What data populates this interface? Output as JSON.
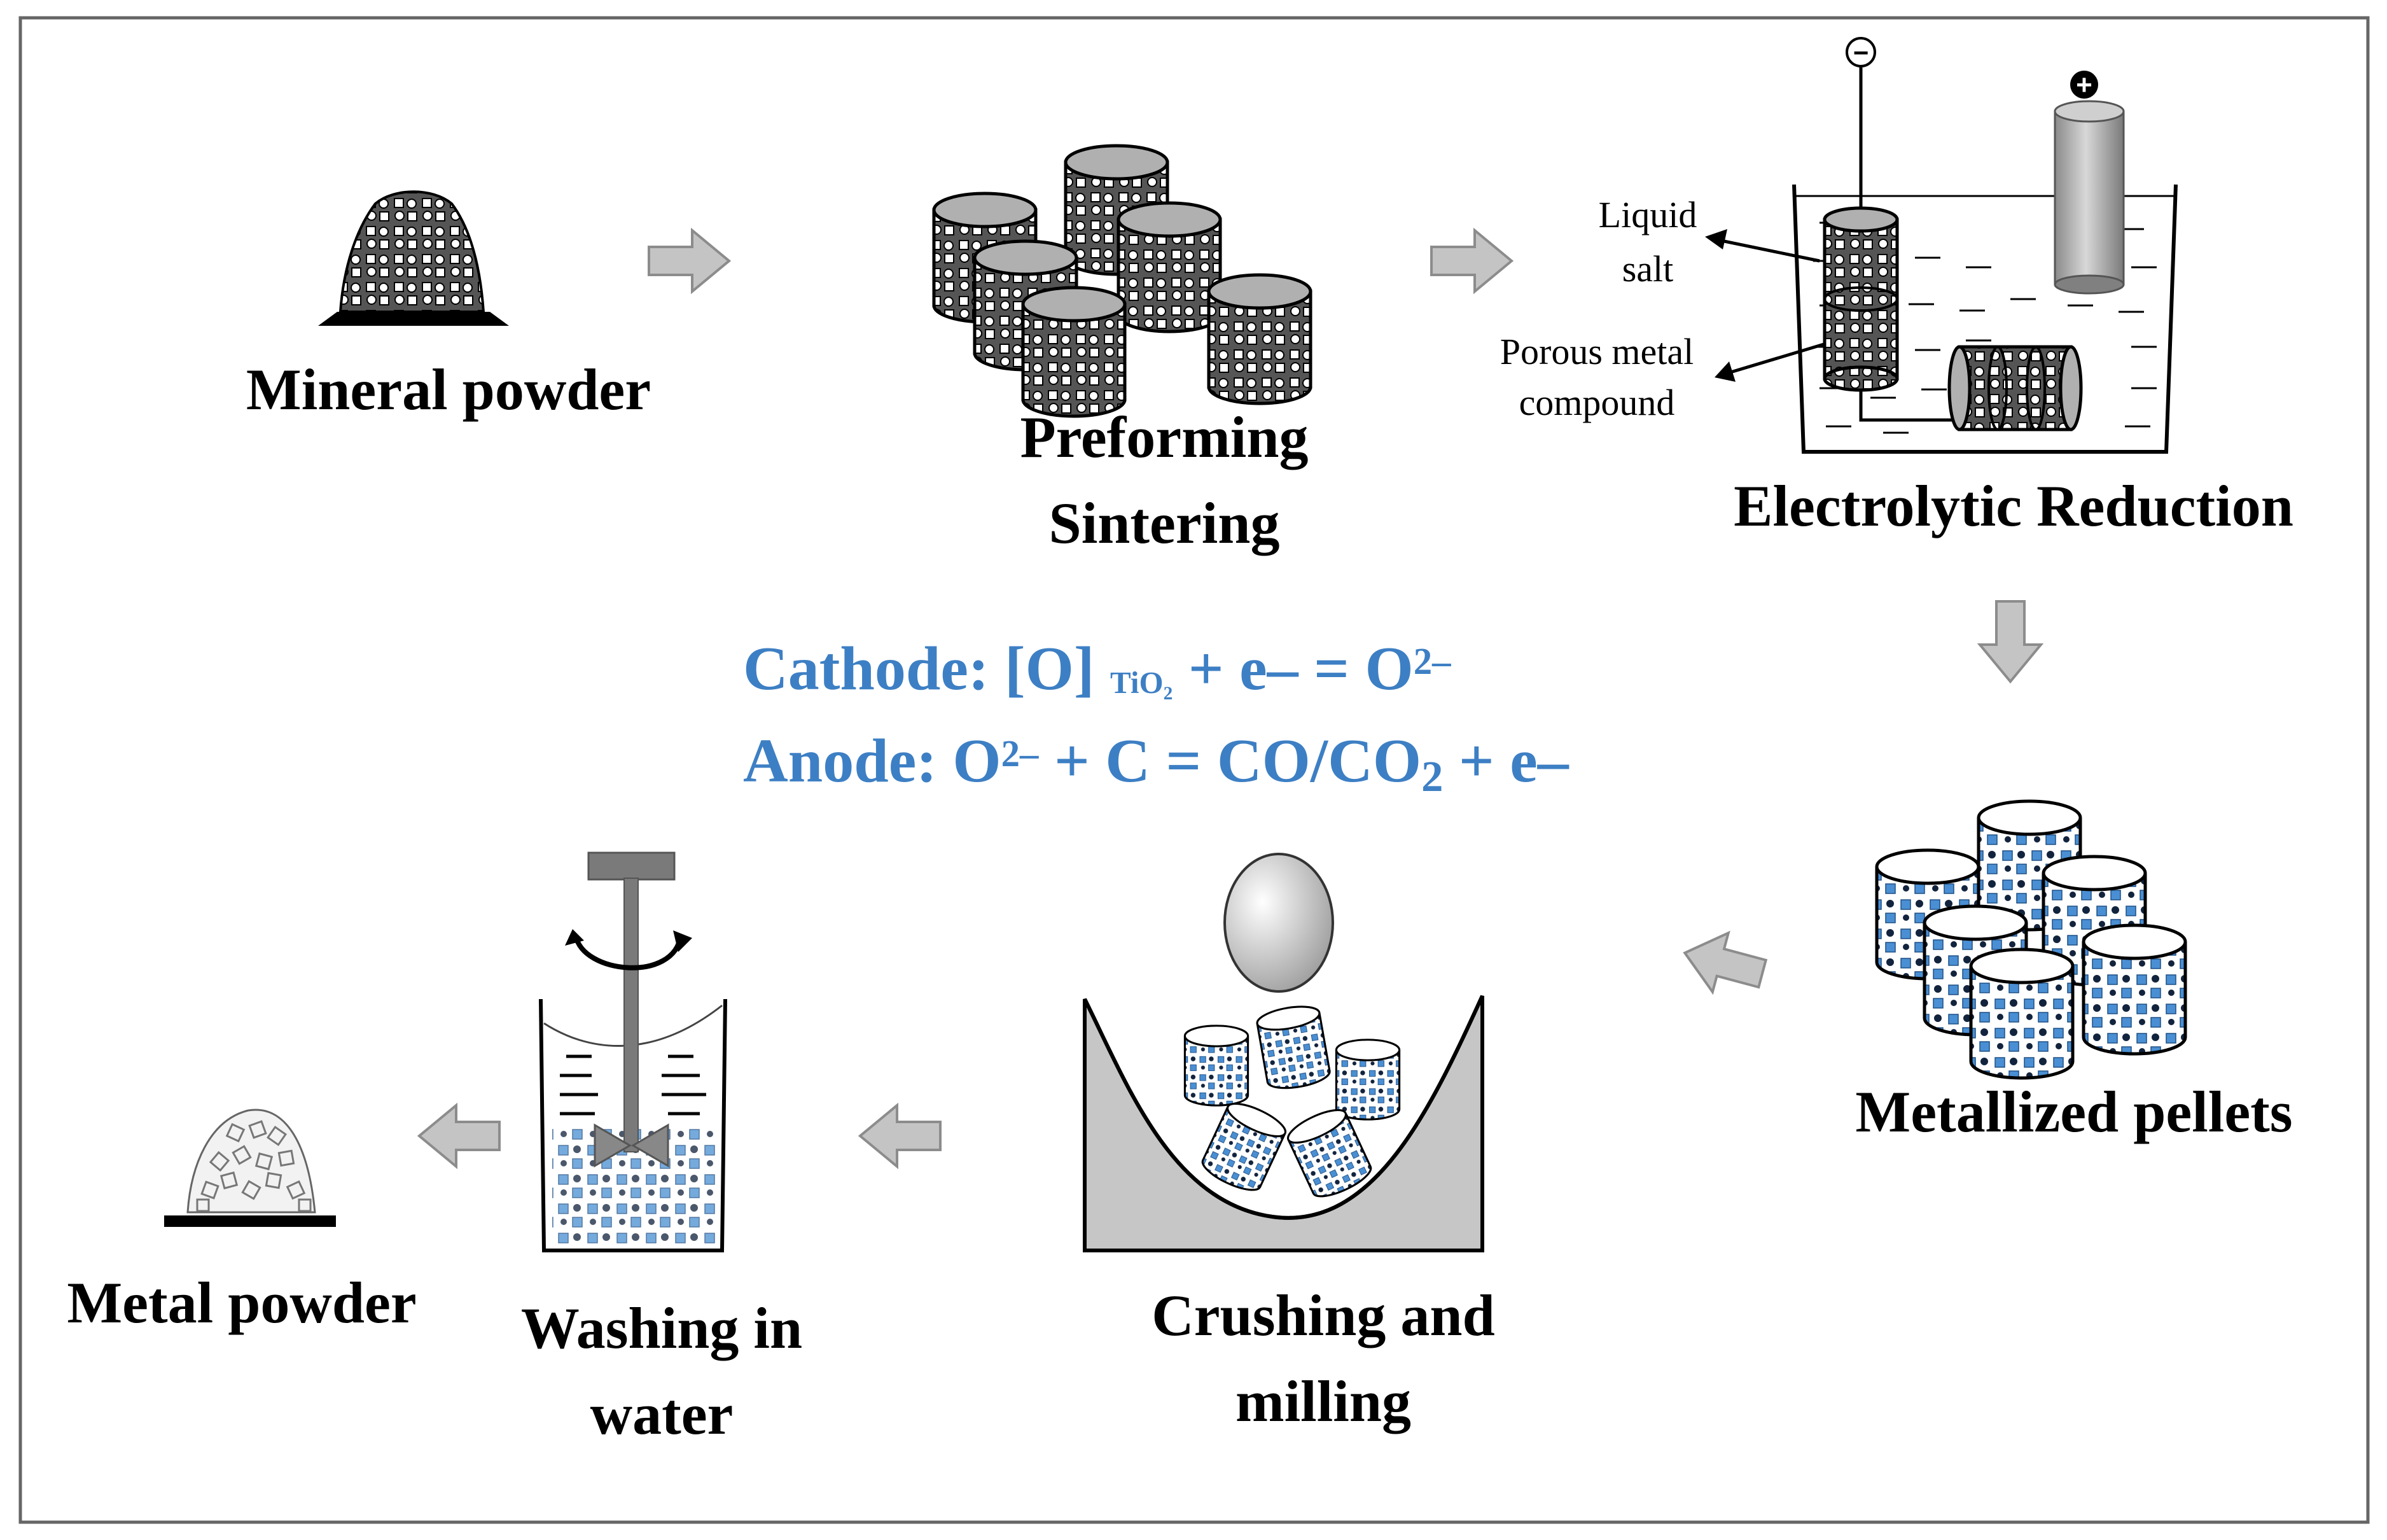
{
  "colors": {
    "accent_blue": "#3d7fc4",
    "fill_blue": "#4a8fd3",
    "arrow_gray": "#b8b8b8",
    "frame": "#666666"
  },
  "steps": {
    "mineral_powder": "Mineral powder",
    "preforming": "Preforming",
    "sintering": "Sintering",
    "electrolytic_reduction": "Electrolytic Reduction",
    "metallized_pellets": "Metallized pellets",
    "crushing_line1": "Crushing and",
    "crushing_line2": "milling",
    "washing_line1": "Washing in",
    "washing_line2": "water",
    "metal_powder": "Metal powder"
  },
  "cell_labels": {
    "liquid_line1": "Liquid",
    "liquid_line2": "salt",
    "porous_line1": "Porous metal",
    "porous_line2": "compound",
    "minus_sign": "−",
    "plus_sign": "+"
  },
  "equations": {
    "cathode_prefix": "Cathode: [O]",
    "cathode_sub": "TiO₂",
    "cathode_mid": " + e– = O",
    "cathode_sup": "2–",
    "anode_prefix": "Anode: O",
    "anode_sup": "2–",
    "anode_mid": " + C = CO/CO",
    "anode_sub": "2",
    "anode_end": " + e–"
  }
}
